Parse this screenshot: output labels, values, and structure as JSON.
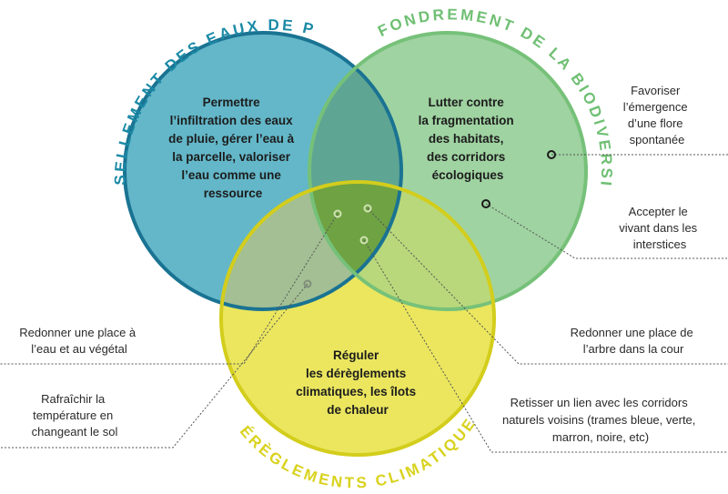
{
  "circles": {
    "water": {
      "arc_title": "RUISSELLEMENT DES EAUX DE PLUIE",
      "lines": [
        "Permettre",
        "l’infiltration des eaux",
        "de pluie, gérer l’eau à",
        "la parcelle, valoriser",
        "l’eau comme une",
        "ressource"
      ],
      "fill": "#63b7c9",
      "stroke": "#1a7392",
      "title_color": "#1b8aa6"
    },
    "biodiversity": {
      "arc_title": "EFFONDREMENT DE LA BIODIVERSITÉ",
      "lines": [
        "Lutter contre",
        "la fragmentation",
        "des habitats,",
        "des corridors",
        "écologiques"
      ],
      "fill": "#9fd3a1",
      "stroke": "#76c179",
      "title_color": "#6fbf73"
    },
    "climate": {
      "arc_title": "DÉRÈGLEMENTS CLIMATIQUES",
      "lines": [
        "Réguler",
        "les dérèglements",
        "climatiques, les îlots",
        "de chaleur"
      ],
      "fill": "#ebe65e",
      "stroke": "#d3cd1c",
      "title_color": "#d9d21d"
    }
  },
  "overlap_colors": {
    "water_bio": "#5fa593",
    "water_climate": "#a3bf93",
    "bio_climate": "#b9d87b",
    "center": "#6ea243"
  },
  "labels": {
    "flore": [
      "Favoriser",
      "l’émergence",
      "d’une flore",
      "spontanée"
    ],
    "vivant": [
      "Accepter le",
      "vivant dans les",
      "interstices"
    ],
    "eau_vegetal": [
      "Redonner une place à",
      "l’eau et au végétal"
    ],
    "rafraichir": [
      "Rafraîchir la",
      "température en",
      "changeant le sol"
    ],
    "arbre": [
      "Redonner une place de",
      "l’arbre dans la cour"
    ],
    "corridors": [
      "Retisser un lien avec les corridors",
      "naturels voisins (trames bleue, verte,",
      "marron, noire, etc)"
    ]
  }
}
